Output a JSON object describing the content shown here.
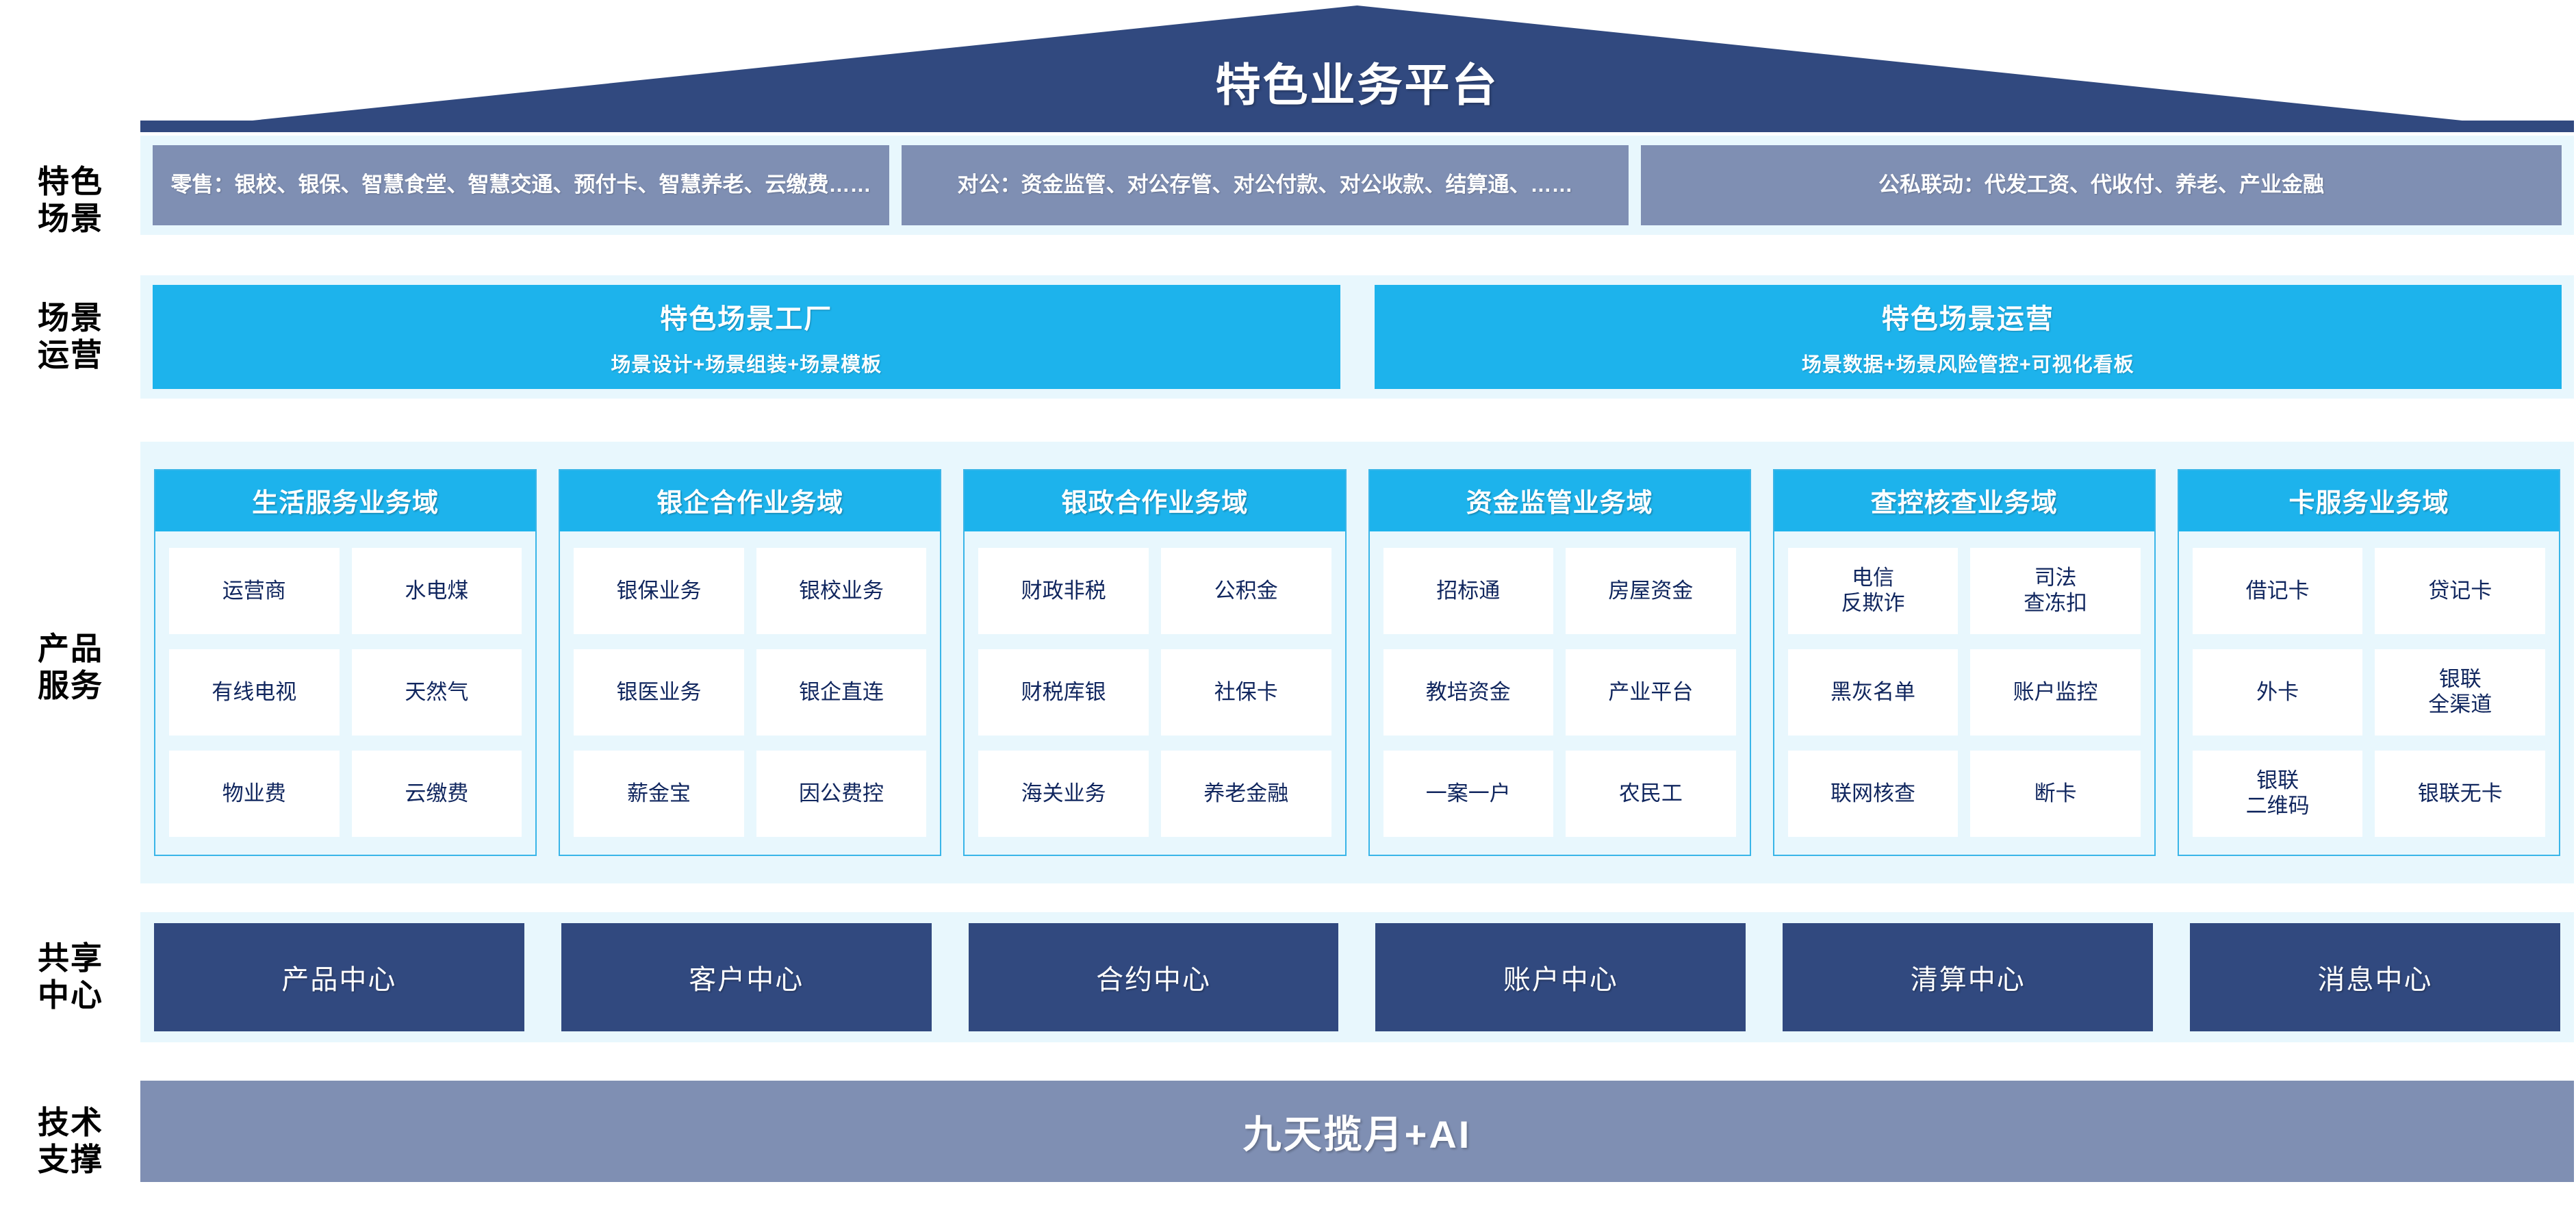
{
  "header": {
    "title": "特色业务平台"
  },
  "colors": {
    "roof_navy": "#31497f",
    "band_bg": "#e8f7fd",
    "scenario_box": "#7f8fb3",
    "cyan": "#1db3ec",
    "card_border": "#39b5e8",
    "cell_bg": "#ffffff",
    "cell_text": "#10265e",
    "shared_box": "#31497f",
    "tech_bar": "#7f8fb3"
  },
  "row_labels": {
    "scenario": "特色\n场景",
    "operations": "场景\n运营",
    "products": "产品\n服务",
    "shared": "共享\n中心",
    "tech": "技术\n支撑"
  },
  "scenarios": [
    {
      "id": "retail",
      "text": "零售：银校、银保、智慧食堂、智慧交通、预付卡、智慧养老、云缴费……"
    },
    {
      "id": "corporate",
      "text": "对公：资金监管、对公存管、对公付款、对公收款、结算通、……"
    },
    {
      "id": "public-private",
      "text": "公私联动：代发工资、代收付、养老、产业金融"
    }
  ],
  "operations": [
    {
      "id": "scene-factory",
      "title": "特色场景工厂",
      "subtitle": "场景设计+场景组装+场景模板"
    },
    {
      "id": "scene-operation",
      "title": "特色场景运营",
      "subtitle": "场景数据+场景风险管控+可视化看板"
    }
  ],
  "domains": [
    {
      "id": "life-service",
      "title": "生活服务业务域",
      "cells": [
        "运营商",
        "水电煤",
        "有线电视",
        "天然气",
        "物业费",
        "云缴费"
      ]
    },
    {
      "id": "bank-enterprise",
      "title": "银企合作业务域",
      "cells": [
        "银保业务",
        "银校业务",
        "银医业务",
        "银企直连",
        "薪金宝",
        "因公费控"
      ]
    },
    {
      "id": "bank-government",
      "title": "银政合作业务域",
      "cells": [
        "财政非税",
        "公积金",
        "财税库银",
        "社保卡",
        "海关业务",
        "养老金融"
      ]
    },
    {
      "id": "fund-supervision",
      "title": "资金监管业务域",
      "cells": [
        "招标通",
        "房屋资金",
        "教培资金",
        "产业平台",
        "一案一户",
        "农民工"
      ]
    },
    {
      "id": "investigation-control",
      "title": "查控核查业务域",
      "cells": [
        "电信\n反欺诈",
        "司法\n查冻扣",
        "黑灰名单",
        "账户监控",
        "联网核查",
        "断卡"
      ]
    },
    {
      "id": "card-service",
      "title": "卡服务业务域",
      "cells": [
        "借记卡",
        "贷记卡",
        "外卡",
        "银联\n全渠道",
        "银联\n二维码",
        "银联无卡"
      ]
    }
  ],
  "shared_centers": [
    {
      "id": "product-center",
      "label": "产品中心"
    },
    {
      "id": "customer-center",
      "label": "客户中心"
    },
    {
      "id": "contract-center",
      "label": "合约中心"
    },
    {
      "id": "account-center",
      "label": "账户中心"
    },
    {
      "id": "clearing-center",
      "label": "清算中心"
    },
    {
      "id": "message-center",
      "label": "消息中心"
    }
  ],
  "tech_support": {
    "label": "九天揽月+AI"
  }
}
